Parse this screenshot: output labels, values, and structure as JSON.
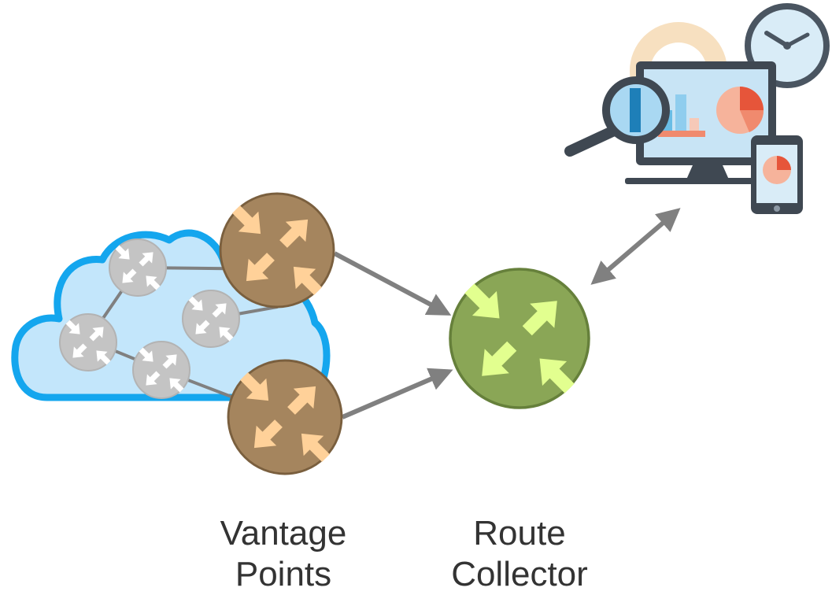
{
  "labels": {
    "vantage_points": [
      "Vantage",
      "Points"
    ],
    "route_collector": [
      "Route",
      "Collector"
    ]
  },
  "colors": {
    "cloud_fill": "#c3e6fb",
    "cloud_stroke": "#14a6ee",
    "internal_router": "#c4c4c4",
    "vantage_router": "#a5855e",
    "vantage_arrow": "#ffd199",
    "collector_router": "#8aa656",
    "collector_arrow": "#e2ff8f",
    "link": "#808080"
  },
  "icons": [
    "cloud-icon",
    "router-icon",
    "monitor-icon",
    "magnifier-icon",
    "clock-icon",
    "gear-icon",
    "smartphone-icon",
    "bar-chart-icon",
    "pie-chart-icon"
  ]
}
